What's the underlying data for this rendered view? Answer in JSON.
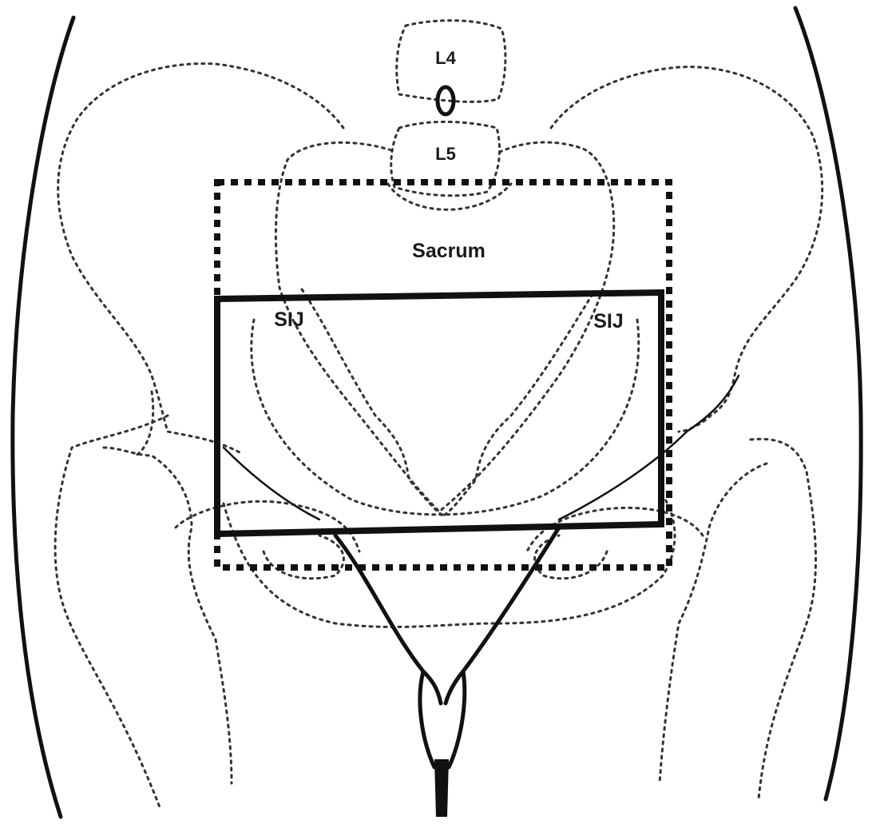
{
  "labels": {
    "vertebra_upper": "L4",
    "vertebra_lower": "L5",
    "sacrum": "Sacrum",
    "joint_left": "SIJ",
    "joint_right": "SIJ"
  },
  "colors": {
    "background": "#ffffff",
    "ink": "#111111",
    "outline": "#333333"
  }
}
